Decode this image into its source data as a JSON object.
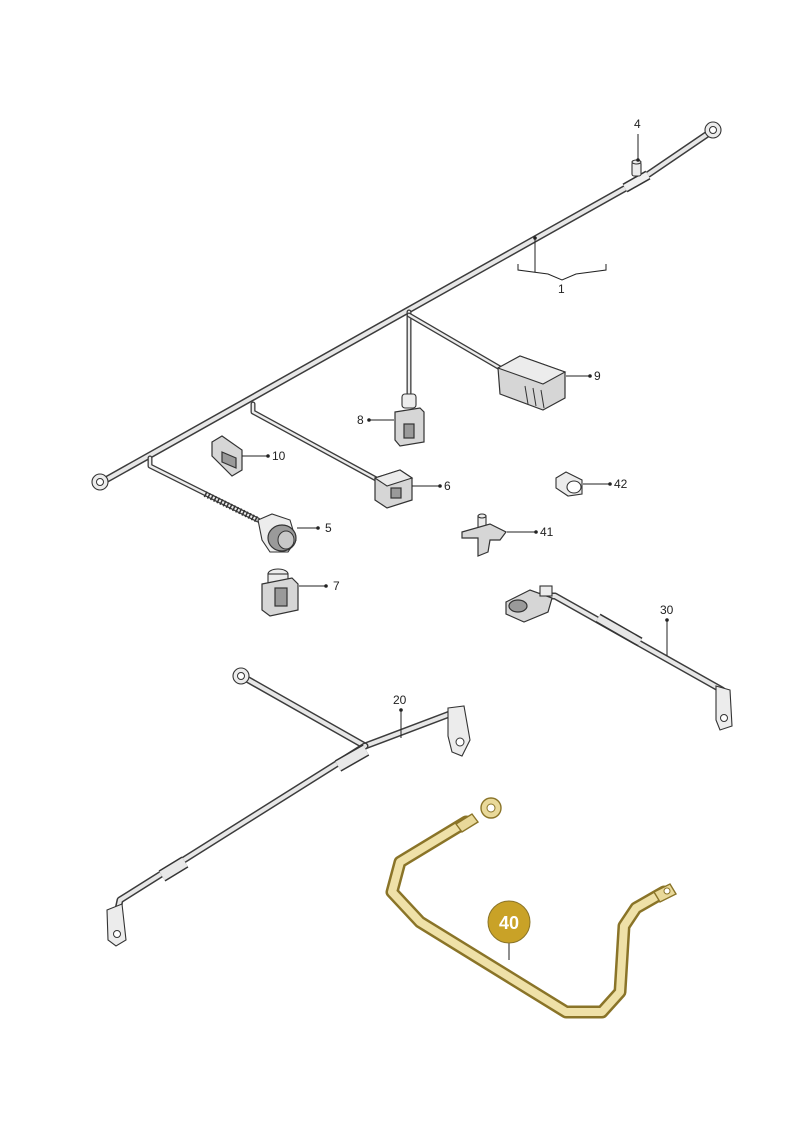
{
  "labels": {
    "p1": "1",
    "p4": "4",
    "p5": "5",
    "p6": "6",
    "p7": "7",
    "p8": "8",
    "p9": "9",
    "p10": "10",
    "p20": "20",
    "p30": "30",
    "p40": "40",
    "p41": "41",
    "p42": "42"
  },
  "colors": {
    "highlight_badge": "#c9a227",
    "highlight_cable": "#e9d99a",
    "line": "#333333"
  }
}
